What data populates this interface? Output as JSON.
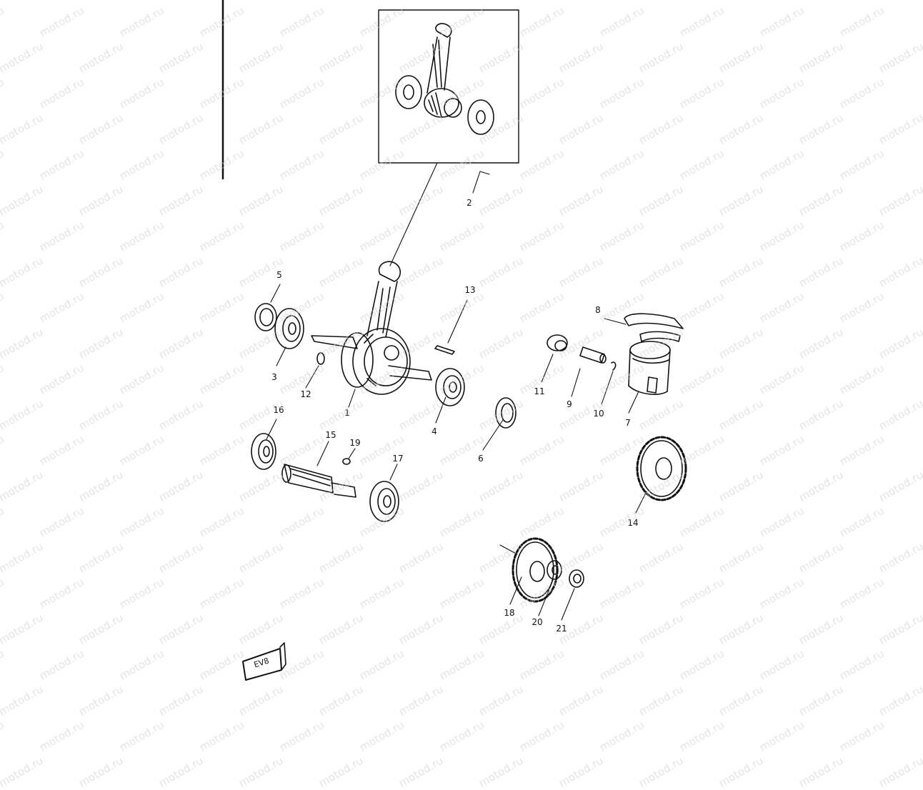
{
  "watermark": "motod.ru",
  "colors": {
    "ink": "#111111",
    "paper": "#ffffff",
    "watermark": "#cfcfcf"
  },
  "callouts": [
    "1",
    "2",
    "3",
    "4",
    "5",
    "6",
    "7",
    "8",
    "9",
    "10",
    "11",
    "12",
    "13",
    "14",
    "15",
    "16",
    "17",
    "18",
    "19",
    "20",
    "21"
  ],
  "badge": "EV8"
}
